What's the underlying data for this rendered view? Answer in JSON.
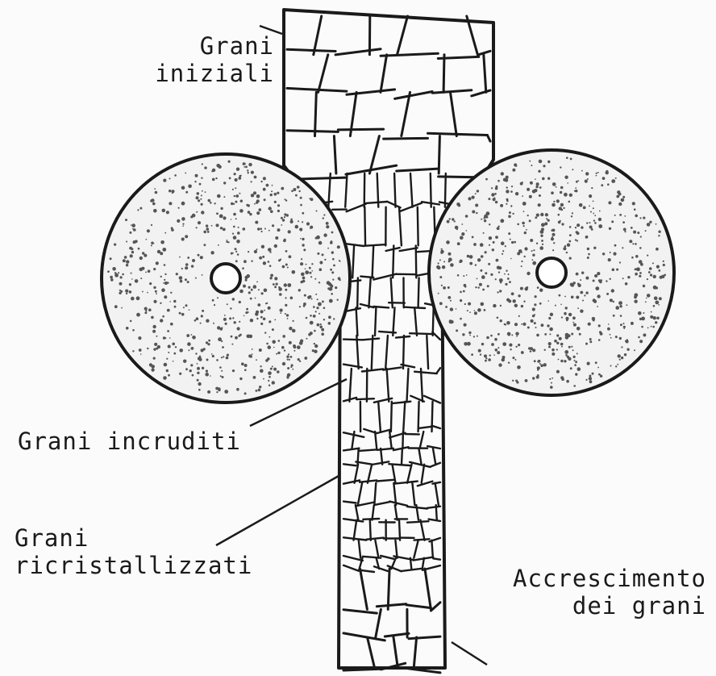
{
  "labels": {
    "initial_grains": [
      "Grani",
      "iniziali"
    ],
    "hardened_grains": "Grani incruditi",
    "recrystallized_grains": [
      "Grani",
      "ricristallizzati"
    ],
    "grain_growth": [
      "Accrescimento",
      "dei grani"
    ]
  },
  "colors": {
    "ink": "#1a1a1a",
    "paper": "#fbfbfb"
  }
}
